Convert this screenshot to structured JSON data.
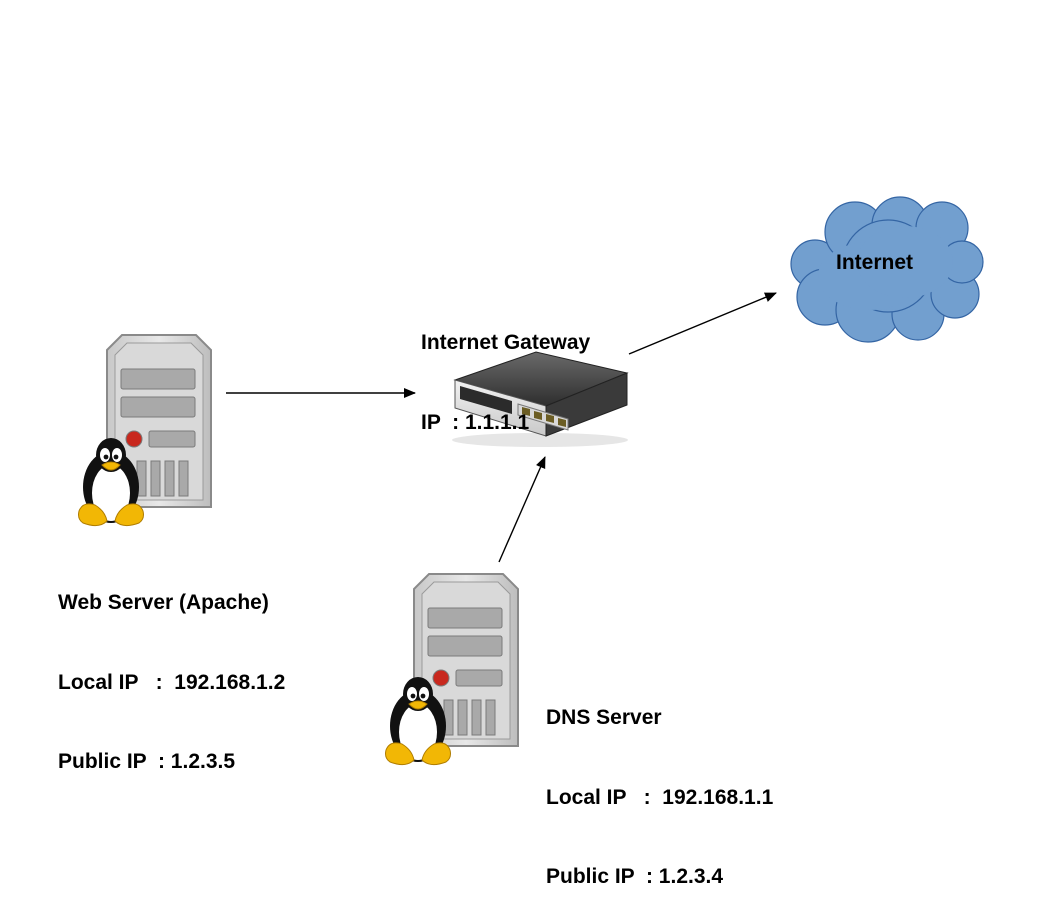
{
  "web_server": {
    "title": "Web Server (Apache)",
    "local_ip": "Local IP   :  192.168.1.2",
    "public_ip": "Public IP  : 1.2.3.5",
    "icon": "linux-server-icon"
  },
  "gateway": {
    "title": "Internet Gateway",
    "ip": "IP  : 1.1.1.1",
    "icon": "network-switch-icon"
  },
  "dns_server": {
    "title": "DNS Server",
    "local_ip": "Local IP   :  192.168.1.1",
    "public_ip": "Public IP  : 1.2.3.4",
    "icon": "linux-server-icon"
  },
  "internet": {
    "label": "Internet",
    "icon": "cloud-icon",
    "color": "#729FCF"
  }
}
